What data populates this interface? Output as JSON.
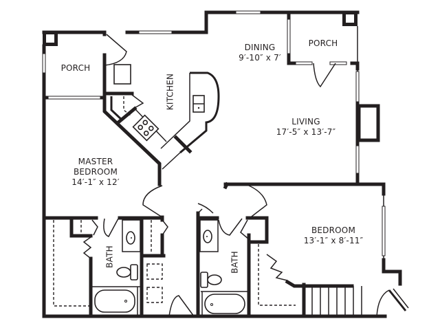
{
  "plan": {
    "rooms": [
      {
        "id": "dining",
        "name": "DINING",
        "dims": "9′-10″ x  7′"
      },
      {
        "id": "porch-right",
        "name": "PORCH",
        "dims": ""
      },
      {
        "id": "porch-left",
        "name": "PORCH",
        "dims": ""
      },
      {
        "id": "kitchen",
        "name": "KITCHEN",
        "dims": ""
      },
      {
        "id": "living",
        "name": "LIVING",
        "dims": "17′-5″ x  13′-7″"
      },
      {
        "id": "master-bedroom",
        "name": "MASTER",
        "name2": "BEDROOM",
        "dims": "14′-1″ x 12′"
      },
      {
        "id": "bedroom",
        "name": "BEDROOM",
        "dims": "13′-1″ x 8′-11″"
      },
      {
        "id": "bath-master",
        "name": "BATH",
        "dims": ""
      },
      {
        "id": "bath-second",
        "name": "BATH",
        "dims": ""
      }
    ],
    "colors": {
      "wall": "#231f20",
      "background": "#ffffff"
    }
  }
}
